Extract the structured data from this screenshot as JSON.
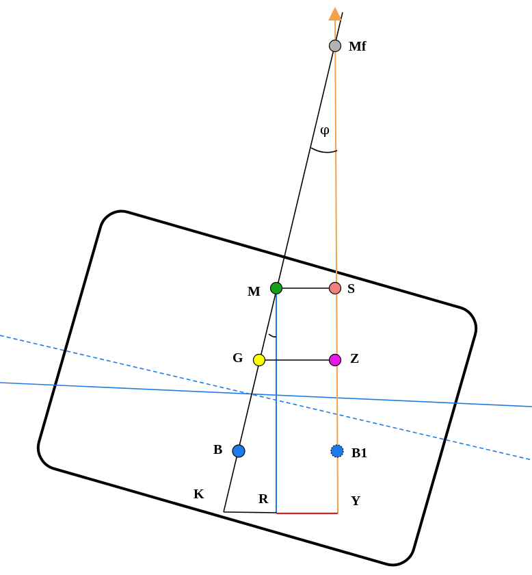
{
  "diagram": {
    "angle_label": "φ",
    "points": {
      "Mf": {
        "label": "Mf",
        "color": "#b3b3b3"
      },
      "M": {
        "label": "M",
        "color": "#1a9f1a"
      },
      "S": {
        "label": "S",
        "color": "#f08080"
      },
      "G": {
        "label": "G",
        "color": "#ffff00"
      },
      "Z": {
        "label": "Z",
        "color": "#e619e6"
      },
      "B": {
        "label": "B",
        "color": "#1e7ae6"
      },
      "B1": {
        "label": "B1",
        "color": "#1e7ae6"
      },
      "K": {
        "label": "K"
      },
      "R": {
        "label": "R"
      },
      "Y": {
        "label": "Y"
      }
    },
    "colors": {
      "vertical_axis": "#f5a04b",
      "waterline": "#1e7ae6",
      "righting_arm": "#d62020",
      "hull": "#000000"
    }
  }
}
